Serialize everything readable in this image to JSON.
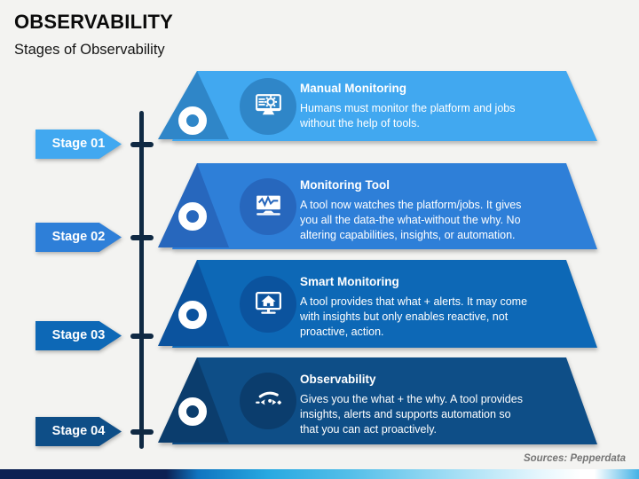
{
  "slide": {
    "title": "OBSERVABILITY",
    "subtitle": "Stages of Observability",
    "source": "Sources: Pepperdata"
  },
  "stages": [
    {
      "label": "Stage 01",
      "title": "Manual Monitoring",
      "description": "Humans must monitor the platform and jobs\nwithout the help of tools.",
      "icon": "monitor-gear-icon",
      "color": "#41a8f0",
      "accent": "#2f86c8"
    },
    {
      "label": "Stage 02",
      "title": "Monitoring Tool",
      "description": "A tool now watches the platform/jobs. It gives\nyou all the data-the what-without the why. No\naltering capabilities, insights, or automation.",
      "icon": "monitor-pulse-icon",
      "color": "#2e7fd8",
      "accent": "#2767bd"
    },
    {
      "label": "Stage 03",
      "title": "Smart Monitoring",
      "description": "A tool provides that what + alerts. It may come\nwith insights but only enables reactive, not\nproactive, action.",
      "icon": "monitor-home-icon",
      "color": "#0d68b6",
      "accent": "#0b539e"
    },
    {
      "label": "Stage 04",
      "title": "Observability",
      "description": "Gives you the what + the why. A tool provides\ninsights, alerts and supports automation so\nthat you can act proactively.",
      "icon": "eye-icon",
      "color": "#0e4e87",
      "accent": "#0b3d6d"
    }
  ],
  "timeline": {
    "color": "#0f2943",
    "tick_count": 4
  },
  "footer": {
    "bar_colors": [
      "#0c2153",
      "#28a9e1",
      "#ffffff",
      "#43b2e6"
    ]
  }
}
